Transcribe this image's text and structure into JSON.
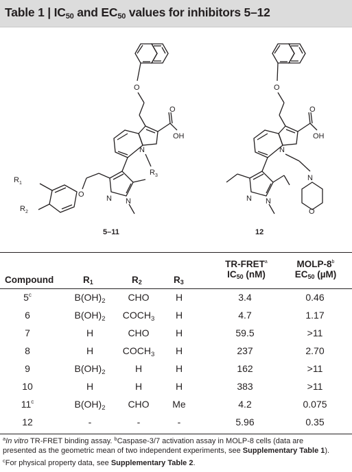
{
  "title": {
    "prefix": "Table 1 | IC",
    "sub1": "50",
    "mid": " and EC",
    "sub2": "50",
    "suffix": " values for inhibitors 5–12"
  },
  "structures": {
    "label_left": "5–11",
    "label_right": "12",
    "atom_labels": {
      "R1": "R",
      "R1_sub": "1",
      "R2": "R",
      "R2_sub": "2",
      "R3": "R",
      "R3_sub": "3",
      "O": "O",
      "OH": "OH",
      "N": "N"
    }
  },
  "headers": {
    "compound": "Compound",
    "r1": {
      "base": "R",
      "sub": "1"
    },
    "r2": {
      "base": "R",
      "sub": "2"
    },
    "r3": {
      "base": "R",
      "sub": "3"
    },
    "trfret": {
      "line1": "TR-FRET",
      "line1_sup": "a",
      "line2_base": "IC",
      "line2_sub": "50",
      "line2_unit": " (nM)"
    },
    "molp": {
      "line1": "MOLP-8",
      "line1_sup": "b",
      "line2_base": "EC",
      "line2_sub": "50",
      "line2_unit": " (µM)"
    }
  },
  "rows": [
    {
      "compound": "5",
      "sup": "c",
      "r1": "B(OH)",
      "r1_sub": "2",
      "r2": "CHO",
      "r2_sub": "",
      "r3": "H",
      "ic50": "3.4",
      "ec50": "0.46"
    },
    {
      "compound": "6",
      "sup": "",
      "r1": "B(OH)",
      "r1_sub": "2",
      "r2": "COCH",
      "r2_sub": "3",
      "r3": "H",
      "ic50": "4.7",
      "ec50": "1.17"
    },
    {
      "compound": "7",
      "sup": "",
      "r1": "H",
      "r1_sub": "",
      "r2": "CHO",
      "r2_sub": "",
      "r3": "H",
      "ic50": "59.5",
      "ec50": ">11"
    },
    {
      "compound": "8",
      "sup": "",
      "r1": "H",
      "r1_sub": "",
      "r2": "COCH",
      "r2_sub": "3",
      "r3": "H",
      "ic50": "237",
      "ec50": "2.70"
    },
    {
      "compound": "9",
      "sup": "",
      "r1": "B(OH)",
      "r1_sub": "2",
      "r2": "H",
      "r2_sub": "",
      "r3": "H",
      "ic50": "162",
      "ec50": ">11"
    },
    {
      "compound": "10",
      "sup": "",
      "r1": "H",
      "r1_sub": "",
      "r2": "H",
      "r2_sub": "",
      "r3": "H",
      "ic50": "383",
      "ec50": ">11"
    },
    {
      "compound": "11",
      "sup": "c",
      "r1": "B(OH)",
      "r1_sub": "2",
      "r2": "CHO",
      "r2_sub": "",
      "r3": "Me",
      "ic50": "4.2",
      "ec50": "0.075"
    },
    {
      "compound": "12",
      "sup": "",
      "r1": "-",
      "r1_sub": "",
      "r2": "-",
      "r2_sub": "",
      "r3": "-",
      "ic50": "5.96",
      "ec50": "0.35"
    }
  ],
  "footnotes": {
    "a_mark": "a",
    "a_italic": "In vitro",
    "a_text": " TR-FRET binding assay. ",
    "b_mark": "b",
    "b_text": "Caspase-3/7 activation assay in MOLP-8 cells (data are",
    "line2_text": "presented as the geometric mean of two independent experiments, see ",
    "line2_bold": "Supplementary Table 1",
    "line2_end": ").",
    "c_mark": "c",
    "c_text": "For physical property data, see ",
    "c_bold": "Supplementary Table 2",
    "c_end": "."
  }
}
